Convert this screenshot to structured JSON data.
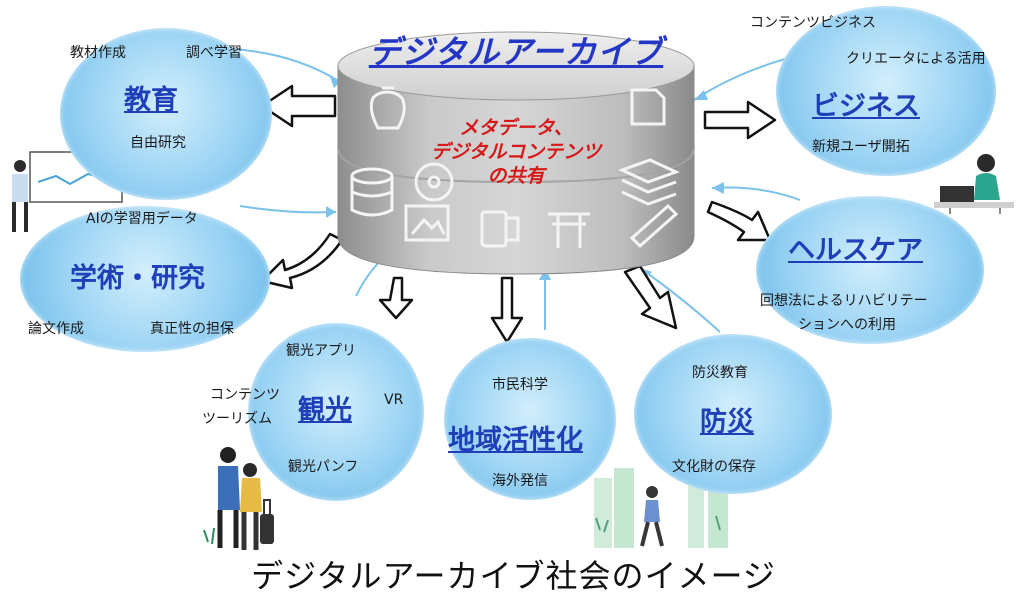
{
  "center": {
    "title": "デジタルアーカイブ",
    "line1": "メタデータ、",
    "line2": "デジタルコンテンツ",
    "line3": "の共有"
  },
  "kyoiku": {
    "title": "教育",
    "tag1": "教材作成",
    "tag2": "調べ学習",
    "tag3": "自由研究"
  },
  "gakujutsu": {
    "title": "学術・研究",
    "tag1": "AIの学習用データ",
    "tag2": "論文作成",
    "tag3": "真正性の担保"
  },
  "kanko": {
    "title": "観光",
    "tag1": "観光アプリ",
    "tag2a": "コンテンツ",
    "tag2b": "ツーリズム",
    "tag3": "VR",
    "tag4": "観光パンフ"
  },
  "chiiki": {
    "title": "地域活性化",
    "tag1": "市民科学",
    "tag2": "海外発信"
  },
  "bousai": {
    "title": "防災",
    "tag1": "防災教育",
    "tag2": "文化財の保存"
  },
  "business": {
    "title": "ビジネス",
    "tag1": "コンテンツビジネス",
    "tag2": "クリエータによる活用",
    "tag3": "新規ユーザ開拓"
  },
  "health": {
    "title": "ヘルスケア",
    "tag1": "回想法によるリハビリテー",
    "tag2": "ションへの利用"
  },
  "caption": "デジタルアーカイブ社会のイメージ",
  "colors": {
    "title_blue": "#1f3fb8",
    "center_red": "#d61818",
    "bubble_blue": "#9ad3f4",
    "cylinder_gray": "#b9b9b9"
  }
}
